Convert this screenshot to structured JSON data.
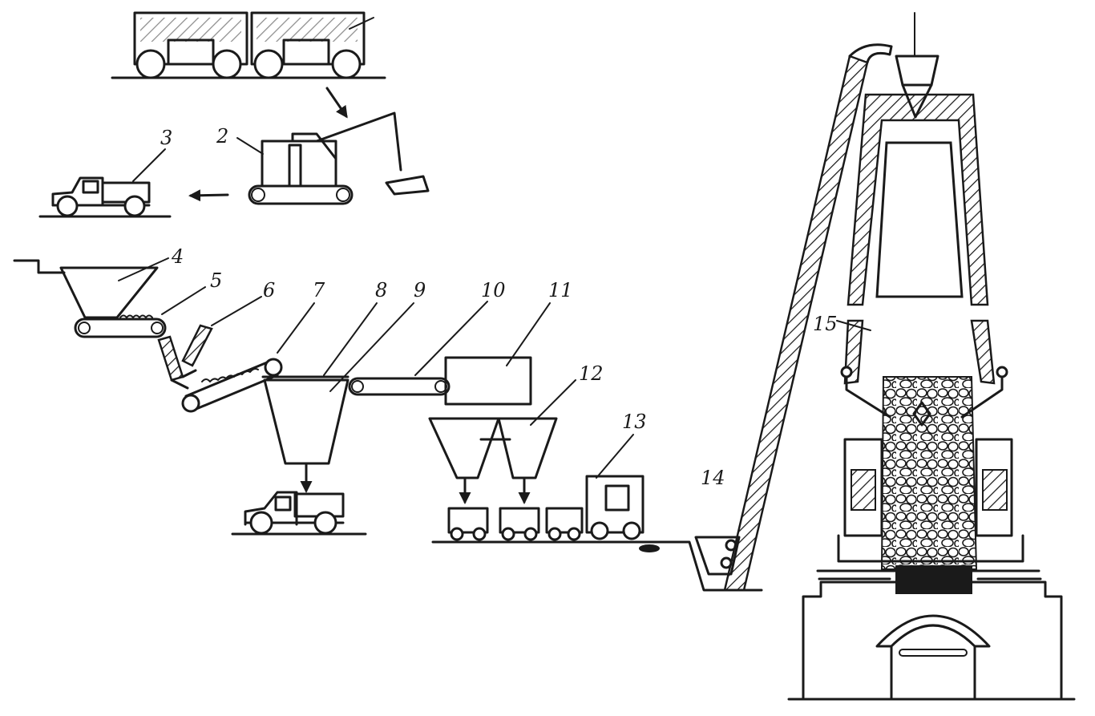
{
  "callouts": {
    "c2": "2",
    "c3": "3",
    "c4": "4",
    "c5": "5",
    "c6": "6",
    "c7": "7",
    "c8": "8",
    "c9": "9",
    "c10": "10",
    "c11": "11",
    "c12": "12",
    "c13": "13",
    "c14": "14",
    "c15": "15"
  },
  "colors": {
    "ink": "#1a1a1a",
    "paper": "#ffffff"
  }
}
